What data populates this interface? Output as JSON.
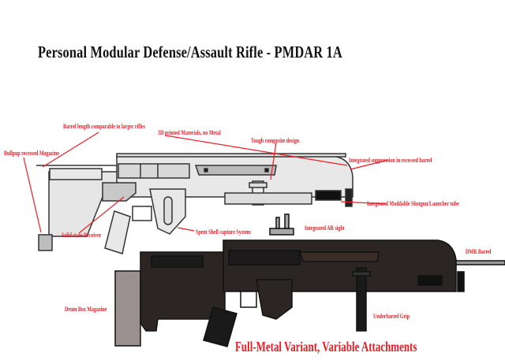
{
  "title": "Personal Modular Defense/Assault Rifle - PMDAR 1A",
  "variant_caption": "Full-Metal Variant, Variable Attachments",
  "annotations": {
    "barrel_length": "Barrel length comparable to larger rifles",
    "printed_materials": "3D printed Materials, no Metal",
    "bullpup_mag": "Bullpup recessed Magazine",
    "composite": "Tough composite design",
    "suppression": "Integrated suppression in recessed barrel",
    "launcher_tube": "Integrated Moddable Shotgun/Launcher tube",
    "receiver": "Solid state Receiver",
    "shell_capture": "Spent Shell capture System",
    "ar_sight": "Integrated AR sight",
    "dmr_barrel": "DMR Barrel",
    "drum_mag": "Drum Box Magazine",
    "underbarrel_grip": "Underbarrel Grip"
  },
  "colors": {
    "annotation": "#ee1c24",
    "composite_body": "#e8e8e8",
    "metal_body": "#2b2624",
    "magazine": "#9a9090"
  }
}
